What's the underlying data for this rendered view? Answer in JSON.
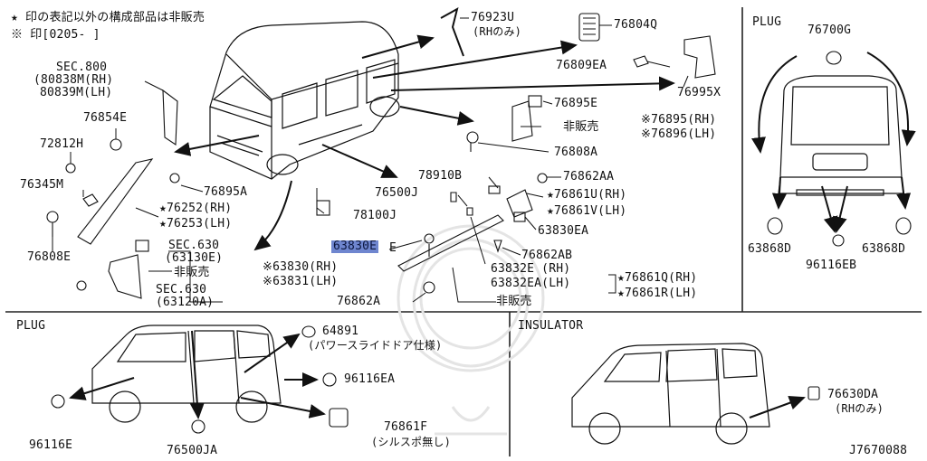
{
  "notes": {
    "line1": "★ 印の表記以外の構成部品は非販売",
    "line2": "※ 印[0205-        ]"
  },
  "panels": {
    "plug_rear_title": "PLUG",
    "plug_side_title": "PLUG",
    "insulator_title": "INSULATOR"
  },
  "figure_id": "J7670088",
  "highlighted_part": "63830E",
  "labels": {
    "p76923U": "76923U",
    "p76923U_note": "(RHのみ)",
    "p76804Q": "76804Q",
    "p76809EA": "76809EA",
    "p76995X": "76995X",
    "sec800": "SEC.800",
    "sec800_rh": "(80838M(RH)",
    "sec800_lh": "80839M(LH)",
    "p76854E": "76854E",
    "p72812H": "72812H",
    "p76345M": "76345M",
    "p76895A": "76895A",
    "p76252": "★76252(RH)",
    "p76253": "★76253(LH)",
    "p76808E": "76808E",
    "sec630a": "SEC.630",
    "sec630a_code": "(63130E)",
    "hihanbai1": "非販売",
    "sec630b": "SEC.630",
    "sec630b_code": "(63120A)",
    "p76895E": "76895E",
    "hihanbai2": "非販売",
    "p76808A": "76808A",
    "p76895_rh": "※76895(RH)",
    "p76896_lh": "※76896(LH)",
    "p78910B": "78910B",
    "p76862AA": "76862AA",
    "p76500J": "76500J",
    "p76861U": "★76861U(RH)",
    "p76861V": "★76861V(LH)",
    "p78100J": "78100J",
    "p63830EA": "63830EA",
    "p63830E": "63830E",
    "p76862AB": "76862AB",
    "p63830_rh": "※63830(RH)",
    "p63831_lh": "※63831(LH)",
    "p63832E": "63832E (RH)",
    "p63832EA": "63832EA(LH)",
    "p76861Q": "★76861Q(RH)",
    "p76861R": "★76861R(LH)",
    "p76862A": "76862A",
    "hihanbai3": "非販売",
    "p76700G": "76700G",
    "p63868D_l": "63868D",
    "p63868D_r": "63868D",
    "p96116EB": "96116EB",
    "p64891": "64891",
    "p64891_note": "(パワースライドドア仕様)",
    "p96116EA": "96116EA",
    "p96116E": "96116E",
    "p76500JA": "76500JA",
    "p76861F": "76861F",
    "p76861F_note": "(シルスポ無し)",
    "p76630DA": "76630DA",
    "p76630DA_note": "(RHのみ)"
  }
}
